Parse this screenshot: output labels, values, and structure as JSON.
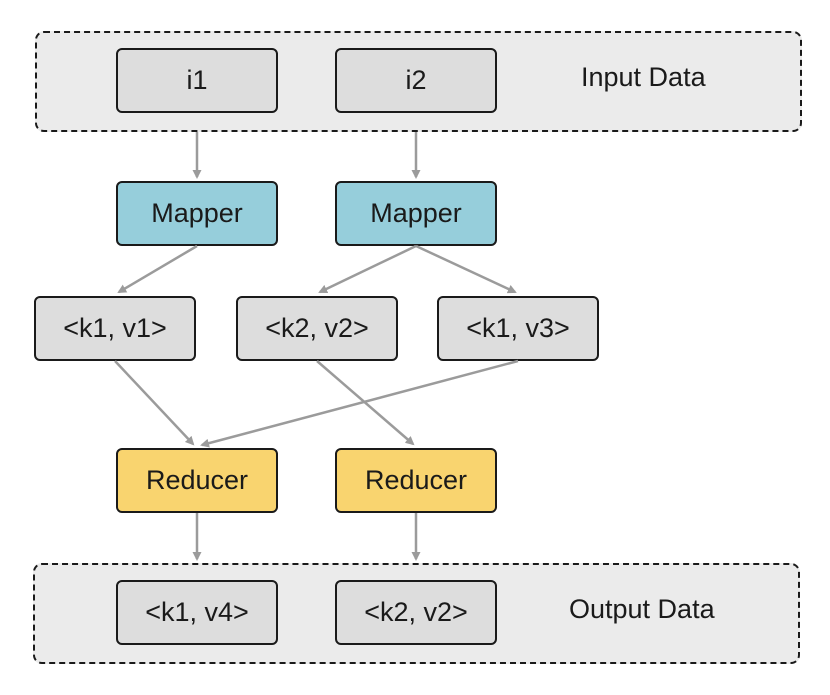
{
  "input_group": {
    "label": "Input Data",
    "items": [
      "i1",
      "i2"
    ]
  },
  "mappers": [
    "Mapper",
    "Mapper"
  ],
  "intermediate_pairs": [
    "<k1, v1>",
    "<k2, v2>",
    "<k1, v3>"
  ],
  "reducers": [
    "Reducer",
    "Reducer"
  ],
  "output_group": {
    "label": "Output Data",
    "items": [
      "<k1, v4>",
      "<k2, v2>"
    ]
  },
  "colors": {
    "mapper": "#96cedb",
    "reducer": "#f9d46f",
    "data_box": "#dddddd",
    "group_background": "#ebebeb",
    "arrow": "#9b9b9b",
    "border": "#1a1a1a"
  },
  "edges": [
    {
      "from": "input_group.items.0",
      "to": "mappers.0"
    },
    {
      "from": "input_group.items.1",
      "to": "mappers.1"
    },
    {
      "from": "mappers.0",
      "to": "intermediate_pairs.0"
    },
    {
      "from": "mappers.1",
      "to": "intermediate_pairs.1"
    },
    {
      "from": "mappers.1",
      "to": "intermediate_pairs.2"
    },
    {
      "from": "intermediate_pairs.0",
      "to": "reducers.0"
    },
    {
      "from": "intermediate_pairs.2",
      "to": "reducers.0"
    },
    {
      "from": "intermediate_pairs.1",
      "to": "reducers.1"
    },
    {
      "from": "reducers.0",
      "to": "output_group.items.0"
    },
    {
      "from": "reducers.1",
      "to": "output_group.items.1"
    }
  ]
}
